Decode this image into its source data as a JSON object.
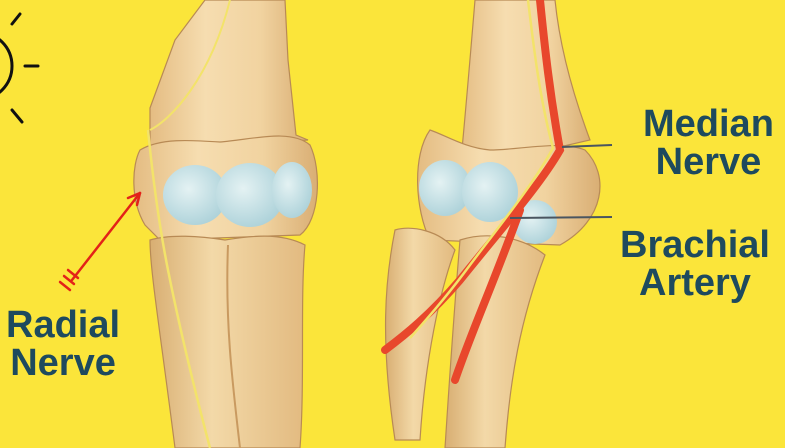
{
  "labels": {
    "radial": {
      "line1": "Radial",
      "line2": "Nerve"
    },
    "median": {
      "line1": "Median",
      "line2": "Nerve"
    },
    "brachial": {
      "line1": "Brachial",
      "line2": "Artery"
    }
  },
  "colors": {
    "background": "#FBE53A",
    "label_text": "#1E4A5E",
    "bone": "#F1D3A0",
    "bone_shadow": "#D9AE74",
    "cartilage": "#BFE0E6",
    "artery": "#E8472C",
    "nerve": "#F3E36A",
    "arrow": "#E32218",
    "leader_line": "#4A5560"
  },
  "icons": {
    "bulb": "lightbulb-icon",
    "arrow": "feathered-arrow-icon"
  }
}
